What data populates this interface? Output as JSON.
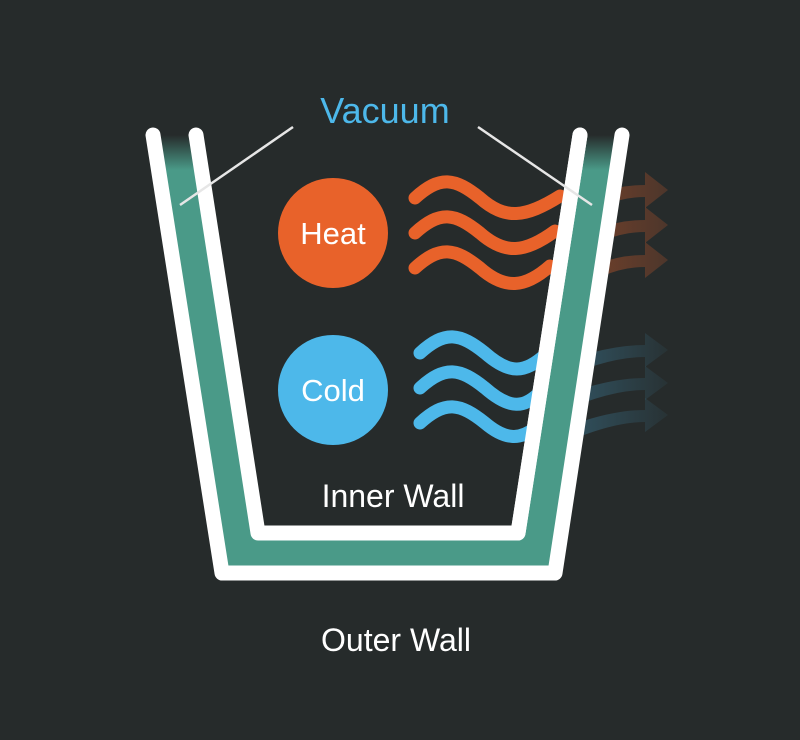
{
  "labels": {
    "vacuum": "Vacuum",
    "heat": "Heat",
    "cold": "Cold",
    "inner_wall": "Inner Wall",
    "outer_wall": "Outer Wall"
  },
  "colors": {
    "background": "#262b2b",
    "vacuum": "#4db8ea",
    "heat": "#e8622a",
    "cold": "#4db8ea",
    "wall": "#ffffff",
    "vacuum_gap": "#4a9a88"
  }
}
